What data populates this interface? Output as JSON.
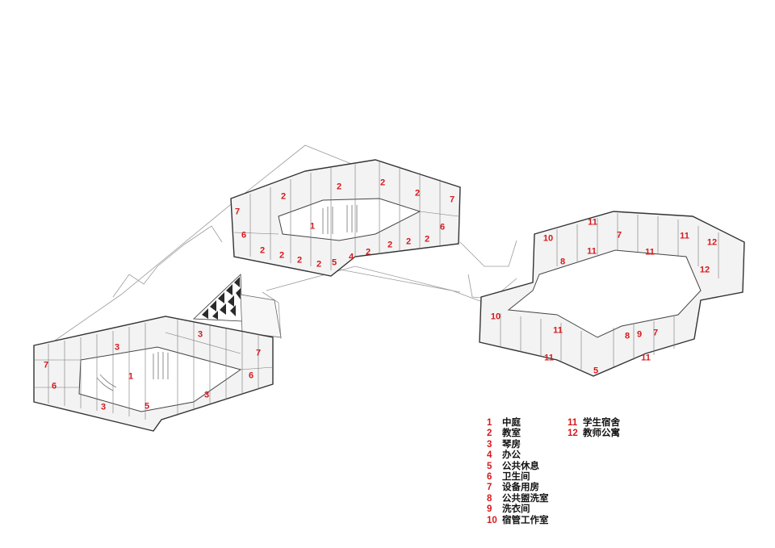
{
  "room_labels": {
    "courtyard": "1",
    "classroom": "2",
    "piano_room": "3",
    "office": "4",
    "lounge": "5",
    "toilet": "6",
    "equipment": "7",
    "washroom": "8",
    "laundry": "9",
    "dorm_mgmt": "10",
    "student_dorm": "11",
    "teacher_apt": "12"
  },
  "legend": [
    {
      "num": "1",
      "text": "中庭"
    },
    {
      "num": "2",
      "text": "教室"
    },
    {
      "num": "3",
      "text": "琴房"
    },
    {
      "num": "4",
      "text": "办公"
    },
    {
      "num": "5",
      "text": "公共休息"
    },
    {
      "num": "6",
      "text": "卫生间"
    },
    {
      "num": "7",
      "text": "设备用房"
    },
    {
      "num": "8",
      "text": "公共盥洗室"
    },
    {
      "num": "9",
      "text": "洗衣间"
    },
    {
      "num": "10",
      "text": "宿管工作室"
    },
    {
      "num": "11",
      "text": "学生宿舍"
    },
    {
      "num": "12",
      "text": "教师公寓"
    }
  ],
  "colors": {
    "label": "#d7191c",
    "line": "#555555",
    "fill": "#f2f2f2"
  }
}
